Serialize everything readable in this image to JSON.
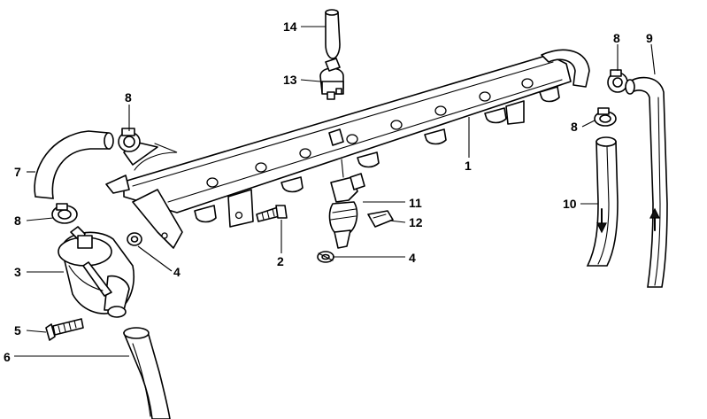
{
  "diagram": {
    "callouts": {
      "c1": "1",
      "c2": "2",
      "c3": "3",
      "c4a": "4",
      "c4b": "4",
      "c5": "5",
      "c6": "6",
      "c7": "7",
      "c8a": "8",
      "c8b": "8",
      "c8c": "8",
      "c8d": "8",
      "c9": "9",
      "c10": "10",
      "c11": "11",
      "c12": "12",
      "c13": "13",
      "c14": "14"
    },
    "flow_arrows": [
      "down-arrow",
      "up-arrow"
    ]
  }
}
